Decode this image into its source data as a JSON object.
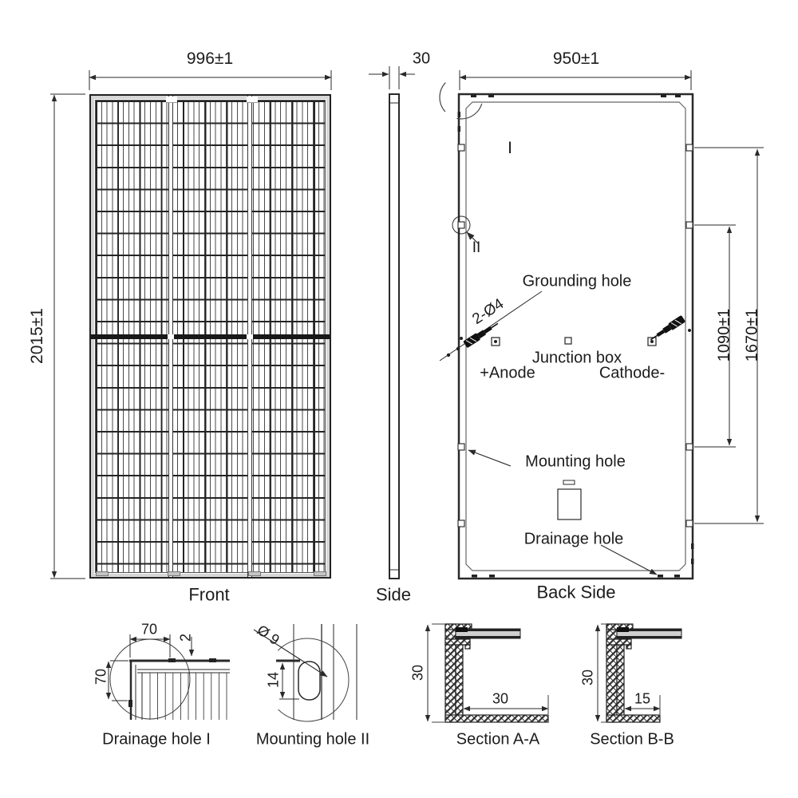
{
  "colors": {
    "line": "#2a2a2a",
    "frame_gray": "#d6d6d6",
    "glass_gray": "#cfcfcf",
    "text": "#1c1c1c"
  },
  "front": {
    "label": "Front",
    "width_dim": "996±1",
    "height_dim": "2015±1"
  },
  "side": {
    "label": "Side",
    "thickness_dim": "30"
  },
  "back": {
    "label": "Back Side",
    "width_dim": "950±1",
    "inner_span_dim": "1090±1",
    "outer_span_dim": "1670±1",
    "grounding_hole_label": "Grounding hole",
    "grounding_spec": "2-Ø4",
    "junction_box_label": "Junction box",
    "anode_label": "+Anode",
    "cathode_label": "Cathode-",
    "mounting_hole_label": "Mounting hole",
    "drainage_hole_label": "Drainage hole",
    "detail_i": "I",
    "detail_ii": "II"
  },
  "details": {
    "drainage": {
      "label": "Drainage hole I",
      "dim_top": "70",
      "dim_left": "70",
      "dim_slot": "2"
    },
    "mounting": {
      "label": "Mounting hole II",
      "dim_dia": "Ø 9",
      "dim_len": "14"
    },
    "section_aa": {
      "label": "Section A-A",
      "dim_height": "30",
      "dim_flange": "30"
    },
    "section_bb": {
      "label": "Section B-B",
      "dim_height": "30",
      "dim_flange": "15"
    }
  }
}
